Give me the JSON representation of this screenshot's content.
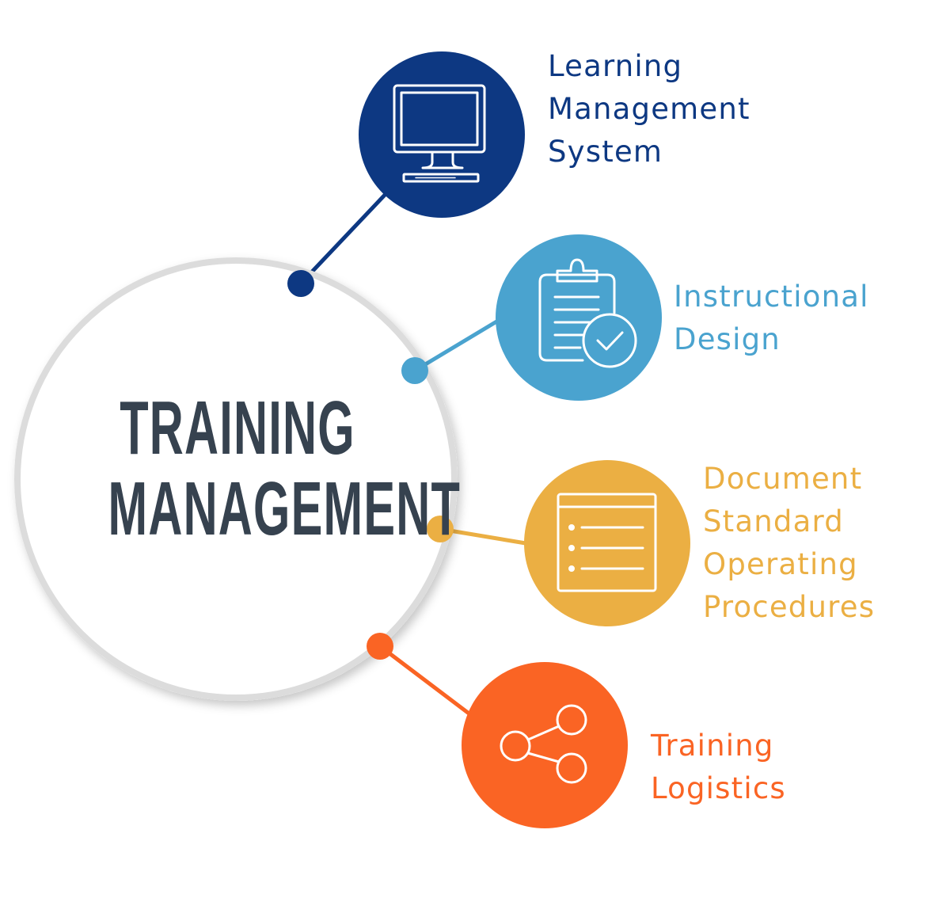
{
  "hub": {
    "line1": "TRAINING",
    "line2": "MANAGEMENT",
    "text_color": "#36424f",
    "ring_color": "#dcdcdc"
  },
  "nodes": [
    {
      "id": "lms",
      "icon": "computer-monitor-icon",
      "color": "#0d3882",
      "label_lines": [
        "Learning",
        "Management",
        "System"
      ]
    },
    {
      "id": "instructional-design",
      "icon": "clipboard-check-icon",
      "color": "#4aa3cf",
      "label_lines": [
        "Instructional",
        "Design"
      ]
    },
    {
      "id": "document-sop",
      "icon": "document-list-icon",
      "color": "#ebaf43",
      "label_lines": [
        "Document",
        "Standard",
        "Operating",
        "Procedures"
      ]
    },
    {
      "id": "training-logistics",
      "icon": "share-network-icon",
      "color": "#fa6424",
      "label_lines": [
        "Training",
        "Logistics"
      ]
    }
  ]
}
